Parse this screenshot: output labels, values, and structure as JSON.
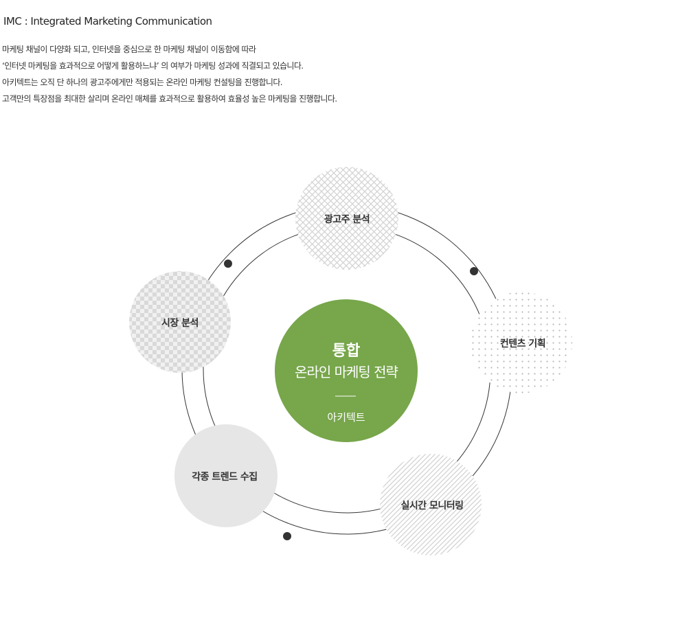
{
  "heading": "IMC : Integrated Marketing Communication",
  "intro_lines": [
    "마케팅 채널이 다양화 되고, 인터넷을 중심으로 한 마케팅 채널이 이동함에 따라",
    "‘인터넷 마케팅을 효과적으로 어떻게 활용하느냐’ 의 여부가 마케팅 성과에 직결되고 있습니다.",
    "아키텍트는 오직 단 하나의 광고주에게만 적용되는 온라인 마케팅 컨설팅을 진행합니다.",
    "고객만의 특장점을 최대한 살리며 온라인 매체를 효과적으로 활용하여 효율성 높은 마케팅을 진행합니다."
  ],
  "center": {
    "title": "통합",
    "subtitle": "온라인 마케팅 전략",
    "footer": "아키텍트"
  },
  "nodes": [
    {
      "label": "광고주 분석",
      "pattern": "crosshatch-pattern"
    },
    {
      "label": "컨텐츠 기획",
      "pattern": "dot-pattern"
    },
    {
      "label": "실시간 모니터링",
      "pattern": "diagonal-stripe-pattern"
    },
    {
      "label": "각종 트렌드 수집",
      "pattern": "solid-fill"
    },
    {
      "label": "시장 분석",
      "pattern": "checker-pattern"
    }
  ],
  "colors": {
    "center_fill": "#77a64b",
    "ring_stroke": "#333333",
    "connector_dot": "#333333",
    "text": "#333333",
    "solid_node": "#e6e6e6",
    "pattern_ink": "#cccccc"
  }
}
